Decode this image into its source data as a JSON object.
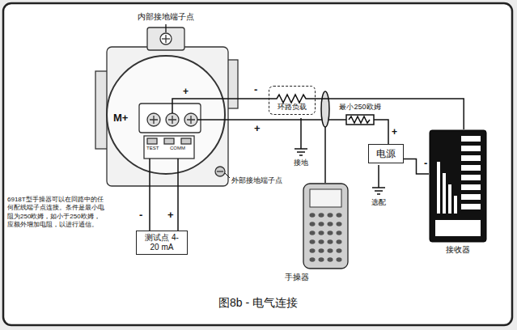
{
  "diagram": {
    "caption": "图8b - 电气连接",
    "nodes": [
      {
        "text": [
          "环路负载"
        ]
      },
      {
        "text": [
          "电源"
        ]
      },
      {
        "text": [
          "接收器"
        ]
      },
      {
        "text": [
          "测试点 4-20 mA"
        ]
      },
      {
        "text": [
          "手操器"
        ]
      }
    ],
    "edges": [
      {
        "from": 0,
        "to": 2,
        "arrow": "none"
      },
      {
        "from": 1,
        "to": 2,
        "arrow": "none"
      }
    ],
    "labels": [
      "内部接地端子点",
      "M+",
      "+",
      "TEST",
      "COMM",
      "外部接地端子点",
      "-",
      "+",
      "-",
      "+",
      "接地",
      "最小250欧姆",
      "+",
      "-",
      "选配",
      "6918T型手操器可以在回路中的任何配线端子点连接。条件是最小电阻为250欧姆，如小于250欧姆，应额外增加电阻，以进行通信。"
    ]
  }
}
